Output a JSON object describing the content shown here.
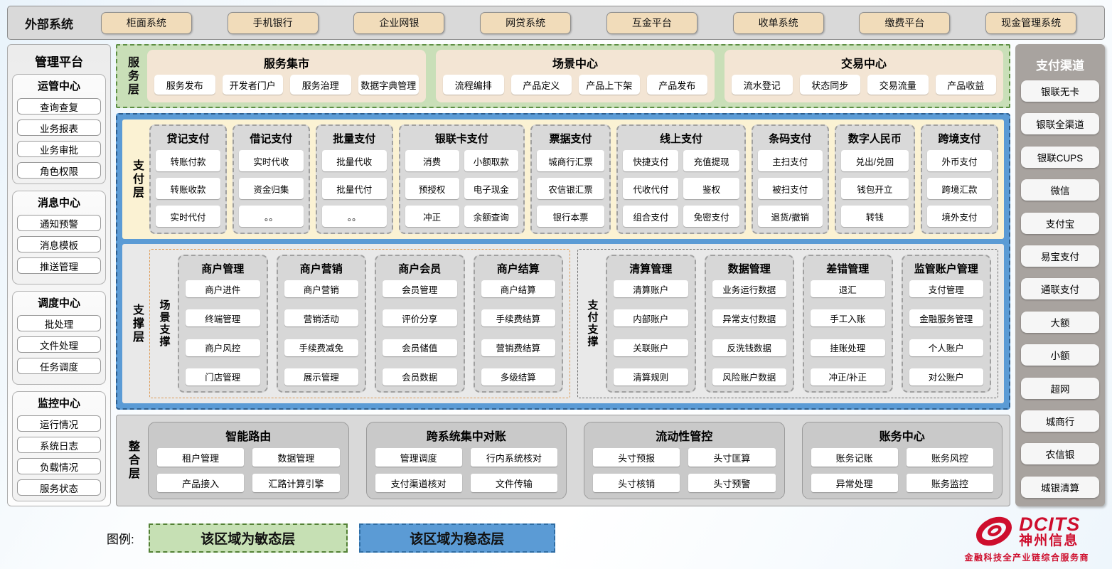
{
  "colors": {
    "stable_blue": "#5B9BD5",
    "agile_green": "#C6E0B4",
    "tan": "#F1DCBA",
    "brand_red": "#CE0E2D"
  },
  "external_systems": {
    "label": "外部系统",
    "items": [
      "柜面系统",
      "手机银行",
      "企业网银",
      "网贷系统",
      "互金平台",
      "收单系统",
      "缴费平台",
      "现金管理系统"
    ]
  },
  "management_platform": {
    "title": "管理平台",
    "groups": [
      {
        "title": "运管中心",
        "items": [
          "查询查复",
          "业务报表",
          "业务审批",
          "角色权限"
        ]
      },
      {
        "title": "消息中心",
        "items": [
          "通知预警",
          "消息模板",
          "推送管理"
        ]
      },
      {
        "title": "调度中心",
        "items": [
          "批处理",
          "文件处理",
          "任务调度"
        ]
      },
      {
        "title": "监控中心",
        "items": [
          "运行情况",
          "系统日志",
          "负载情况",
          "服务状态"
        ]
      }
    ]
  },
  "service_layer": {
    "label": "服务层",
    "sections": [
      {
        "title": "服务集市",
        "items": [
          "服务发布",
          "开发者门户",
          "服务治理",
          "数据字典管理"
        ]
      },
      {
        "title": "场景中心",
        "items": [
          "流程编排",
          "产品定义",
          "产品上下架",
          "产品发布"
        ]
      },
      {
        "title": "交易中心",
        "items": [
          "流水登记",
          "状态同步",
          "交易流量",
          "产品收益"
        ]
      }
    ]
  },
  "stable": {
    "payment_layer": {
      "label": "支付层",
      "groups": [
        {
          "title": "贷记支付",
          "cols": 1,
          "flex": 1,
          "items": [
            "转账付款",
            "转账收款",
            "实时代付"
          ]
        },
        {
          "title": "借记支付",
          "cols": 1,
          "flex": 1,
          "items": [
            "实时代收",
            "资金归集",
            "。。"
          ]
        },
        {
          "title": "批量支付",
          "cols": 1,
          "flex": 1,
          "items": [
            "批量代收",
            "批量代付",
            "。。"
          ]
        },
        {
          "title": "银联卡支付",
          "cols": 2,
          "flex": 1.75,
          "items": [
            "消费",
            "小额取款",
            "预授权",
            "电子现金",
            "冲正",
            "余额查询"
          ]
        },
        {
          "title": "票据支付",
          "cols": 1,
          "flex": 1.05,
          "items": [
            "城商行汇票",
            "农信银汇票",
            "银行本票"
          ]
        },
        {
          "title": "线上支付",
          "cols": 2,
          "flex": 1.8,
          "items": [
            "快捷支付",
            "充值提现",
            "代收代付",
            "鉴权",
            "组合支付",
            "免密支付"
          ]
        },
        {
          "title": "条码支付",
          "cols": 1,
          "flex": 1,
          "items": [
            "主扫支付",
            "被扫支付",
            "退货/撤销"
          ]
        },
        {
          "title": "数字人民币",
          "cols": 1,
          "flex": 1.05,
          "items": [
            "兑出/兑回",
            "钱包开立",
            "转钱"
          ]
        },
        {
          "title": "跨境支付",
          "cols": 1,
          "flex": 1,
          "items": [
            "外币支付",
            "跨境汇款",
            "境外支付"
          ]
        }
      ]
    },
    "support_layer": {
      "label": "支撑层",
      "zones": [
        {
          "label": "场景支撑",
          "accent": "scene",
          "groups": [
            {
              "title": "商户管理",
              "items": [
                "商户进件",
                "终端管理",
                "商户风控",
                "门店管理"
              ]
            },
            {
              "title": "商户营销",
              "items": [
                "商户营销",
                "营销活动",
                "手续费减免",
                "展示管理"
              ]
            },
            {
              "title": "商户会员",
              "items": [
                "会员管理",
                "评价分享",
                "会员储值",
                "会员数据"
              ]
            },
            {
              "title": "商户结算",
              "items": [
                "商户结算",
                "手续费结算",
                "营销费结算",
                "多级结算"
              ]
            }
          ]
        },
        {
          "label": "支付支撑",
          "accent": "pay",
          "groups": [
            {
              "title": "清算管理",
              "items": [
                "清算账户",
                "内部账户",
                "关联账户",
                "清算规则"
              ]
            },
            {
              "title": "数据管理",
              "items": [
                "业务运行数据",
                "异常支付数据",
                "反洗钱数据",
                "风险账户数据"
              ]
            },
            {
              "title": "差错管理",
              "items": [
                "退汇",
                "手工入账",
                "挂账处理",
                "冲正/补正"
              ]
            },
            {
              "title": "监管账户管理",
              "items": [
                "支付管理",
                "金融服务管理",
                "个人账户",
                "对公账户"
              ]
            }
          ]
        }
      ]
    }
  },
  "integration_layer": {
    "label": "整合层",
    "groups": [
      {
        "title": "智能路由",
        "items": [
          "租户管理",
          "数据管理",
          "产品接入",
          "汇路计算引擎"
        ]
      },
      {
        "title": "跨系统集中对账",
        "items": [
          "管理调度",
          "行内系统核对",
          "支付渠道核对",
          "文件传输"
        ]
      },
      {
        "title": "流动性管控",
        "items": [
          "头寸预报",
          "头寸匡算",
          "头寸核销",
          "头寸预警"
        ]
      },
      {
        "title": "账务中心",
        "items": [
          "账务记账",
          "账务风控",
          "异常处理",
          "账务监控"
        ]
      }
    ]
  },
  "payment_channels": {
    "title": "支付渠道",
    "items": [
      "银联无卡",
      "银联全渠道",
      "银联CUPS",
      "微信",
      "支付宝",
      "易宝支付",
      "通联支付",
      "大额",
      "小额",
      "超网",
      "城商行",
      "农信银",
      "城银清算"
    ]
  },
  "legend": {
    "label": "图例:",
    "items": [
      {
        "text": "该区域为敏态层",
        "color": "#C6E0B4"
      },
      {
        "text": "该区域为稳态层",
        "color": "#5B9BD5"
      }
    ]
  },
  "logo": {
    "brand": "DCITS",
    "name": "神州信息",
    "tagline": "金融科技全产业链综合服务商"
  }
}
